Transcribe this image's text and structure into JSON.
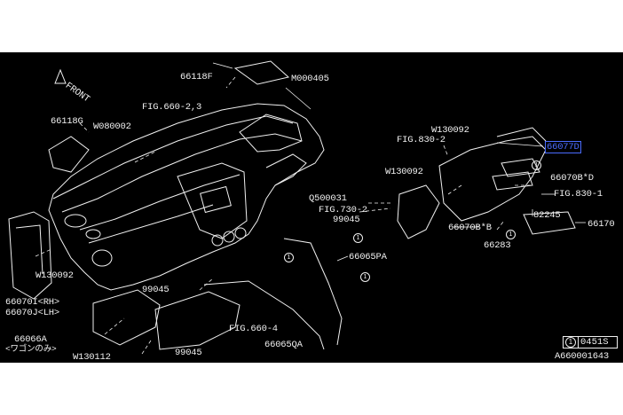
{
  "diagram": {
    "direction_label": "FRONT",
    "highlighted_part": "66077D",
    "labels": [
      {
        "id": "66118F",
        "text": "66118F"
      },
      {
        "id": "M000405",
        "text": "M000405"
      },
      {
        "id": "FIG660-23",
        "text": "FIG.660-2,3"
      },
      {
        "id": "66118G",
        "text": "66118G"
      },
      {
        "id": "W080002",
        "text": "W080002"
      },
      {
        "id": "W130092-top",
        "text": "W130092"
      },
      {
        "id": "FIG830-2",
        "text": "FIG.830-2"
      },
      {
        "id": "66077D",
        "text": "66077D"
      },
      {
        "id": "W130092-mid",
        "text": "W130092"
      },
      {
        "id": "66070BD",
        "text": "66070B*D"
      },
      {
        "id": "FIG830-1",
        "text": "FIG.830-1"
      },
      {
        "id": "Q500031",
        "text": "Q500031"
      },
      {
        "id": "FIG730-2",
        "text": "FIG.730-2"
      },
      {
        "id": "99045-a",
        "text": "99045"
      },
      {
        "id": "66070BB",
        "text": "66070B*B"
      },
      {
        "id": "82245",
        "text": "82245"
      },
      {
        "id": "66170",
        "text": "66170"
      },
      {
        "id": "66283",
        "text": "66283"
      },
      {
        "id": "66065PA",
        "text": "66065PA"
      },
      {
        "id": "W130092-left",
        "text": "W130092"
      },
      {
        "id": "99045-b",
        "text": "99045"
      },
      {
        "id": "66070I",
        "text": "66070I<RH>"
      },
      {
        "id": "66070J",
        "text": "66070J<LH>"
      },
      {
        "id": "66066A",
        "text": "66066A"
      },
      {
        "id": "wagon-only",
        "text": "<ワゴンのみ>"
      },
      {
        "id": "W130112",
        "text": "W130112"
      },
      {
        "id": "99045-c",
        "text": "99045"
      },
      {
        "id": "FIG660-4",
        "text": "FIG.660-4"
      },
      {
        "id": "66065QA",
        "text": "66065QA"
      }
    ],
    "callout_marker": "1",
    "badge": {
      "marker": "1",
      "code": "0451S"
    },
    "drawing_number": "A660001643"
  },
  "colors": {
    "background": "#000000",
    "linework": "#f0f0f0",
    "highlight": "#4a6cff"
  }
}
